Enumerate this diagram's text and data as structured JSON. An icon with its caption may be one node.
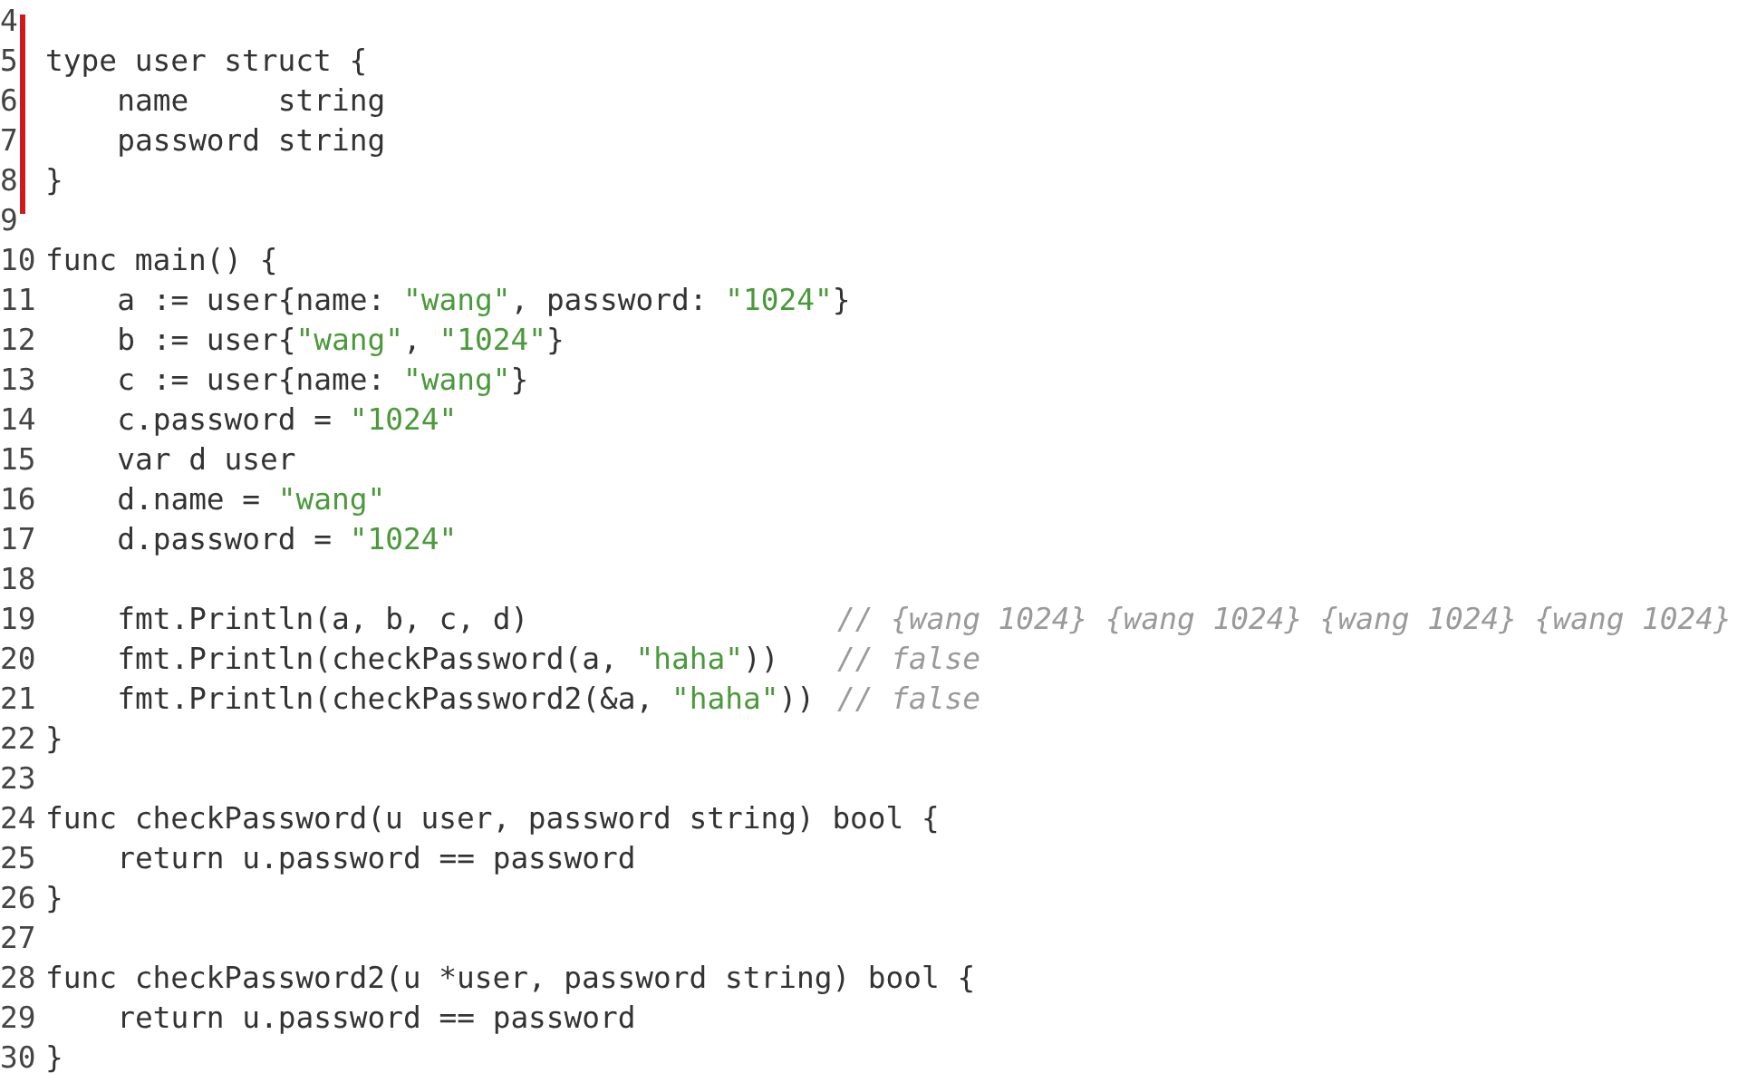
{
  "diagram": {
    "labels": [
      "4",
      "5",
      "type user struct {",
      "6",
      "name     string",
      "7",
      "password string",
      "8",
      "}",
      "9",
      "10",
      "func main() {",
      "11",
      "a := user{name: \"wang\", password: \"1024\"}",
      "12",
      "b := user{\"wang\", \"1024\"}",
      "13",
      "c := user{name: \"wang\"}",
      "14",
      "c.password = \"1024\"",
      "15",
      "var d user",
      "16",
      "d.name = \"wang\"",
      "17",
      "d.password = \"1024\"",
      "18",
      "19",
      "fmt.Println(a, b, c, d)",
      "// {wang 1024} {wang 1024} {wang 1024} {wang 1024}",
      "20",
      "fmt.Println(checkPassword(a, \"haha\"))",
      "// false",
      "21",
      "fmt.Println(checkPassword2(&a, \"haha\"))",
      "// false",
      "22",
      "}",
      "23",
      "24",
      "func checkPassword(u user, password string) bool {",
      "25",
      "return u.password == password",
      "26",
      "}",
      "27",
      "28",
      "func checkPassword2(u *user, password string) bool {",
      "29",
      "return u.password == password",
      "30",
      "}"
    ]
  }
}
